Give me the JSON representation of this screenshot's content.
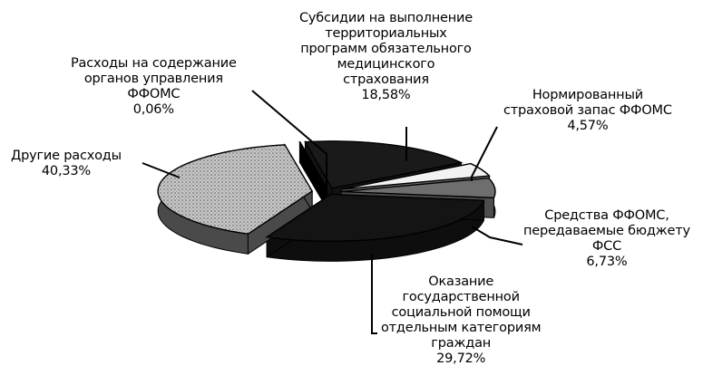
{
  "chart_data": {
    "type": "pie",
    "title": "",
    "slices": [
      {
        "label": "Субсидии на выполнение\nтерриториальных\nпрограмм обязательного\nмедицинского\nстрахования",
        "value": 18.58,
        "value_label": "18,58%",
        "color": "#1a1a1a"
      },
      {
        "label": "Нормированный\nстраховой  запас ФФОМС",
        "value": 4.57,
        "value_label": "4,57%",
        "color": "#f2f2f2"
      },
      {
        "label": "Средства ФФОМС,\nпередаваемые бюджету\nФСС",
        "value": 6.73,
        "value_label": "6,73%",
        "color": "#6e6e6e"
      },
      {
        "label": "Оказание\nгосударственной\nсоциальной помощи\nотдельным категориям\nграждан",
        "value": 29.72,
        "value_label": "29,72%",
        "color": "#141414"
      },
      {
        "label": "Другие  расходы",
        "value": 40.33,
        "value_label": "40,33%",
        "color": "#bdbdbd"
      },
      {
        "label": "Расходы на содержание\nорганов  управления\nФФОМС",
        "value": 0.06,
        "value_label": "0,06%",
        "color": "#000000"
      }
    ]
  }
}
